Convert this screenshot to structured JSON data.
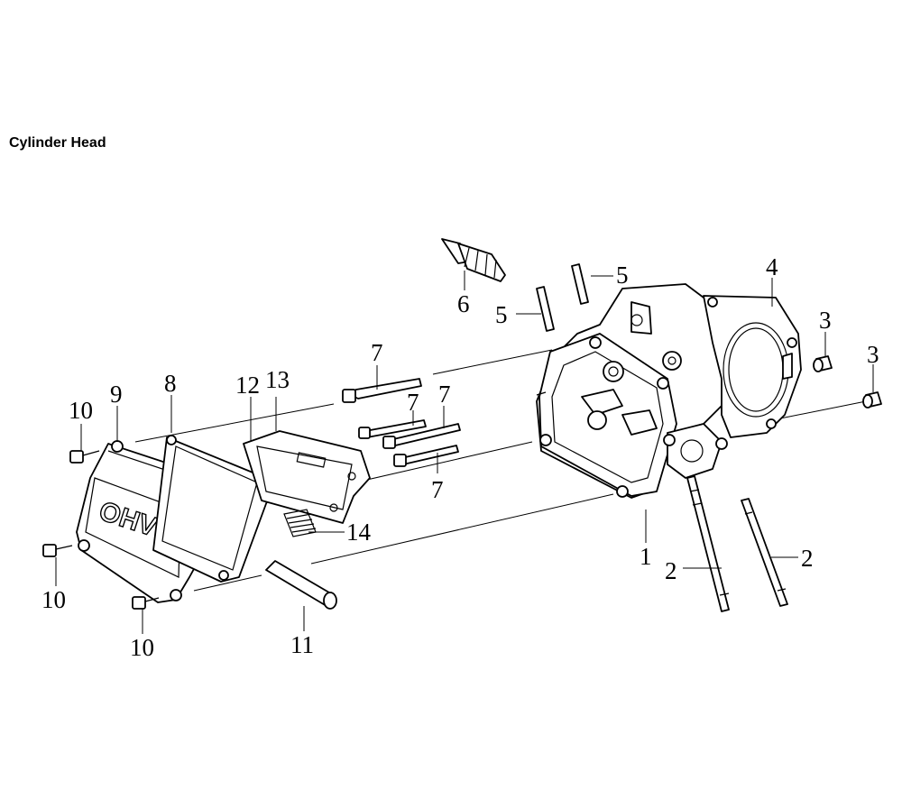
{
  "page": {
    "title": "Cylinder Head"
  },
  "engraving": {
    "cover_text": "OHV"
  },
  "callouts": [
    {
      "id": "c1",
      "label": "1"
    },
    {
      "id": "c2a",
      "label": "2"
    },
    {
      "id": "c2b",
      "label": "2"
    },
    {
      "id": "c3a",
      "label": "3"
    },
    {
      "id": "c3b",
      "label": "3"
    },
    {
      "id": "c4",
      "label": "4"
    },
    {
      "id": "c5a",
      "label": "5"
    },
    {
      "id": "c5b",
      "label": "5"
    },
    {
      "id": "c6",
      "label": "6"
    },
    {
      "id": "c7a",
      "label": "7"
    },
    {
      "id": "c7b",
      "label": "7"
    },
    {
      "id": "c7c",
      "label": "7"
    },
    {
      "id": "c7d",
      "label": "7"
    },
    {
      "id": "c8",
      "label": "8"
    },
    {
      "id": "c9",
      "label": "9"
    },
    {
      "id": "c10a",
      "label": "10"
    },
    {
      "id": "c10b",
      "label": "10"
    },
    {
      "id": "c10c",
      "label": "10"
    },
    {
      "id": "c11",
      "label": "11"
    },
    {
      "id": "c12",
      "label": "12"
    },
    {
      "id": "c13",
      "label": "13"
    },
    {
      "id": "c14",
      "label": "14"
    }
  ]
}
